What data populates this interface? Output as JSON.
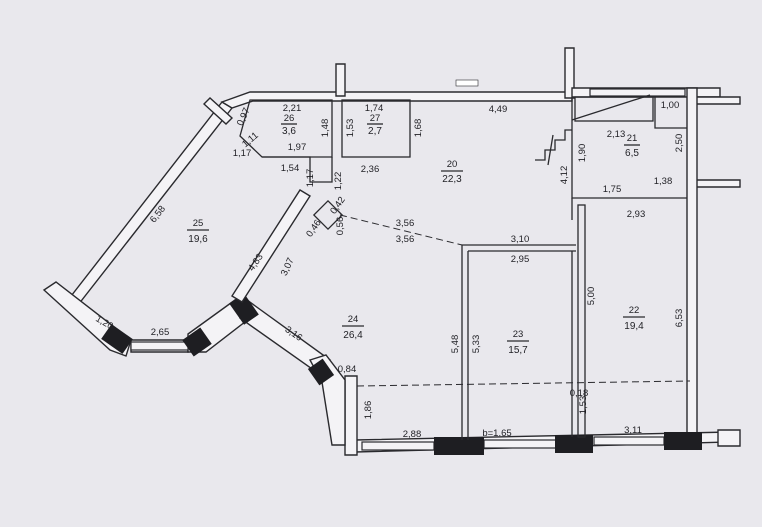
{
  "rooms": [
    {
      "id": "r26",
      "number": "26",
      "area": "3,6"
    },
    {
      "id": "r27",
      "number": "27",
      "area": "2,7"
    },
    {
      "id": "r20",
      "number": "20",
      "area": "22,3"
    },
    {
      "id": "r21",
      "number": "21",
      "area": "6,5"
    },
    {
      "id": "r25",
      "number": "25",
      "area": "19,6"
    },
    {
      "id": "r24",
      "number": "24",
      "area": "26,4"
    },
    {
      "id": "r23",
      "number": "23",
      "area": "15,7"
    },
    {
      "id": "r22",
      "number": "22",
      "area": "19,4"
    }
  ],
  "dimensions": [
    "2,21",
    "1,48",
    "1,97",
    "1,74",
    "1,53",
    "1,68",
    "4,49",
    "1,00",
    "2,13",
    "1,90",
    "2,50",
    "4,12",
    "1,75",
    "1,38",
    "2,93",
    "0,97",
    "1,11",
    "1,17",
    "1,54",
    "2,36",
    "1,17",
    "1,22",
    "0,42",
    "0,56",
    "0,46",
    "3,56",
    "3,56",
    "3,10",
    "2,95",
    "6,58",
    "4,83",
    "3,07",
    "5,00",
    "6,53",
    "5,48",
    "5,33",
    "1,20",
    "2,65",
    "3,16",
    "0,84",
    "0,18",
    "1,53",
    "1,86",
    "2,88",
    "b=1.65",
    "3,11"
  ]
}
